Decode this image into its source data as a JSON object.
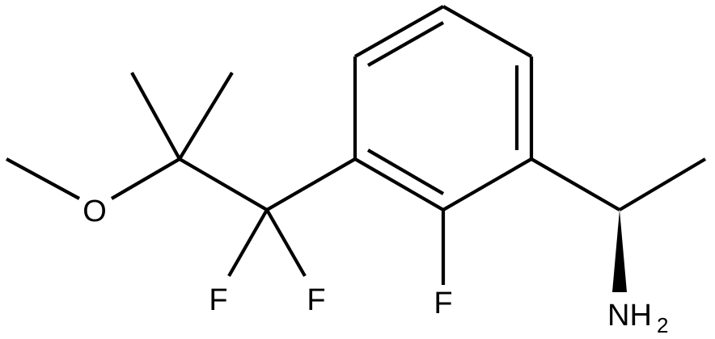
{
  "atoms": {
    "oxygen": "O",
    "fluorine_left": "F",
    "fluorine_right": "F",
    "fluorine_ring": "F",
    "amine": "NH",
    "amine_subscript": "2"
  },
  "stereo": {
    "amine_bond": "wedge"
  },
  "colors": {
    "bond": "#000000",
    "text": "#000000",
    "background": "#ffffff"
  }
}
